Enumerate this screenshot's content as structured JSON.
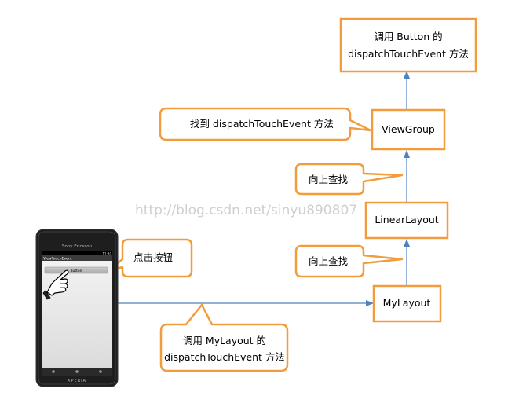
{
  "colors": {
    "box_border": "#f39c3e",
    "arrow": "#4f81bd",
    "text": "#000000",
    "watermark": "#c8c8c8",
    "phone_body": "#1e1e1e",
    "phone_screen": "#e8e8e8"
  },
  "nodes": {
    "top_call": {
      "line1": "调用 Button 的",
      "line2": "dispatchTouchEvent  方法"
    },
    "viewgroup": {
      "label": "ViewGroup"
    },
    "linearlayout": {
      "label": "LinearLayout"
    },
    "mylayout": {
      "label": "MyLayout"
    }
  },
  "callouts": {
    "find": {
      "label": "找到  dispatchTouchEvent 方法"
    },
    "up_search_1": {
      "label": "向上查找"
    },
    "up_search_2": {
      "label": "向上查找"
    },
    "click": {
      "label": "点击按钮"
    },
    "mylayout_call": {
      "line1": "调用 MyLayout 的",
      "line2": "dispatchTouchEvent 方法"
    }
  },
  "phone": {
    "brand": "Sony Ericsson",
    "app_title": "ViewTouchEvent",
    "button_label": "Button",
    "footer_brand": "XPERIA",
    "status_time": "11:30",
    "hand_icon": "pointing-hand-icon"
  },
  "watermark": {
    "text": "http://blog.csdn.net/sinyu890807"
  }
}
